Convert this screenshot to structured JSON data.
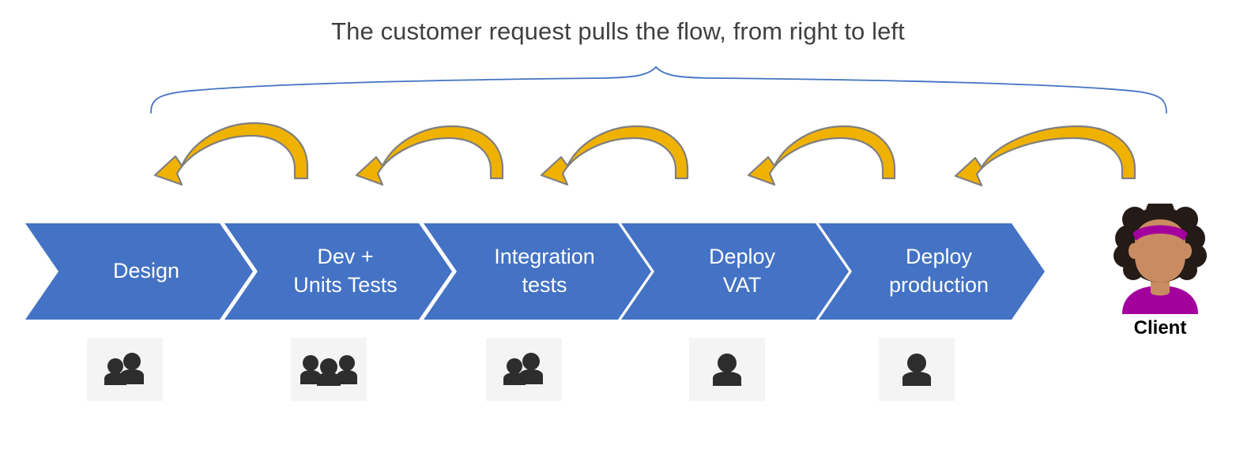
{
  "diagram": {
    "title": "The customer request pulls the flow, from right to left",
    "brace": {
      "label": "pull-direction-brace",
      "color": "#4472C4",
      "orientation": "top-curly-brace",
      "spans_stages": "Design through Deploy production"
    },
    "flow_direction": "right-to-left",
    "arrow": {
      "label": "pull-arrow",
      "fill": "#F5B800",
      "outline": "#808080",
      "count": 5,
      "points": "left"
    },
    "stages": [
      {
        "label": "Design",
        "team_icon": "two-people-icon",
        "team_size": 2,
        "accent": "#4472C4"
      },
      {
        "label": "Dev +\nUnits Tests",
        "team_icon": "three-people-icon",
        "team_size": 3,
        "accent": "#4472C4"
      },
      {
        "label": "Integration\ntests",
        "team_icon": "two-people-icon",
        "team_size": 2,
        "accent": "#4472C4"
      },
      {
        "label": "Deploy\nVAT",
        "team_icon": "one-person-icon",
        "team_size": 1,
        "accent": "#4472C4"
      },
      {
        "label": "Deploy\nproduction",
        "team_icon": "one-person-icon",
        "team_size": 1,
        "accent": "#4472C4"
      }
    ],
    "client": {
      "label": "Client",
      "avatar": "woman-avatar-icon",
      "hair_color": "#241b16",
      "headband_color": "#A4009E",
      "skin_color": "#C98C62",
      "shirt_color": "#A4009E"
    }
  }
}
